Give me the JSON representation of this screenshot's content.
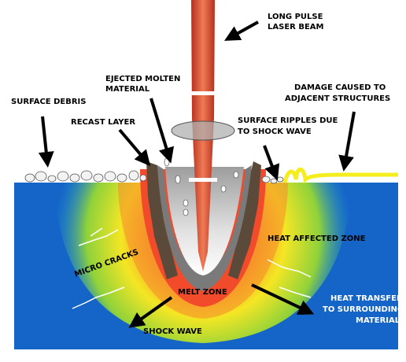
{
  "labels": {
    "laser_line1": "LONG PULSE",
    "laser_line2": "LASER BEAM",
    "ejected_line1": "EJECTED MOLTEN",
    "ejected_line2": "MATERIAL",
    "surface_debris": "SURFACE DEBRIS",
    "damage_line1": "DAMAGE CAUSED TO",
    "damage_line2": "ADJACENT STRUCTURES",
    "recast_layer": "RECAST LAYER",
    "ripples_line1": "SURFACE RIPPLES DUE",
    "ripples_line2": "TO SHOCK WAVE",
    "heat_affected_zone": "HEAT AFFECTED ZONE",
    "micro_cracks": "MICRO CRACKS",
    "melt_zone": "MELT ZONE",
    "heat_transfer_line1": "HEAT TRANSFER",
    "heat_transfer_line2": "TO SURROUNDING",
    "heat_transfer_line3": "MATERIAL",
    "shock_wave": "SHOCK WAVE"
  },
  "colors": {
    "material": "#1565c8",
    "beam": "#d9432b",
    "heat_outer": "#2fb34a",
    "heat_mid": "#f2e424",
    "heat_inner": "#f58a2a",
    "melt": "#d8d8d8",
    "damage_ripple": "#f4ee1e"
  }
}
